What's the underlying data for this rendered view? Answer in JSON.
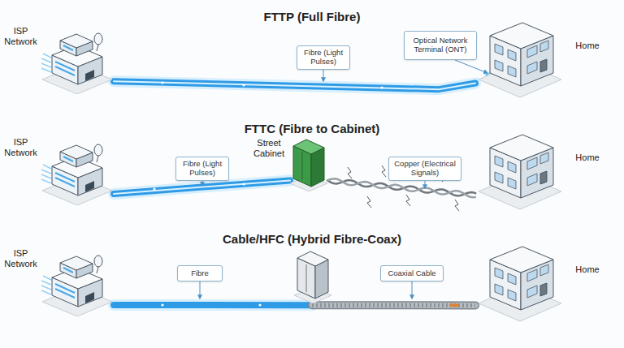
{
  "diagram": {
    "nodes": [
      {
        "text": [
          "ISP Network"
        ]
      },
      {
        "text": [
          "Fibre (Light Pulses)"
        ]
      },
      {
        "text": [
          "Optical Network Terminal (ONT)"
        ]
      },
      {
        "text": [
          "Home"
        ]
      },
      {
        "text": [
          "ISP Network"
        ]
      },
      {
        "text": [
          "Fibre (Light Pulses)"
        ]
      },
      {
        "text": [
          "Street Cabinet"
        ]
      },
      {
        "text": [
          "Copper (Electrical Signals)"
        ]
      },
      {
        "text": [
          "Home"
        ]
      },
      {
        "text": [
          "ISP Network"
        ]
      },
      {
        "text": [
          "Fibre"
        ]
      },
      {
        "text": [
          "Coaxial Cable"
        ]
      },
      {
        "text": [
          "Home"
        ]
      }
    ],
    "edges": [
      {
        "from": 0,
        "to": 3,
        "arrow": "none"
      },
      {
        "from": 4,
        "to": 6,
        "arrow": "none"
      },
      {
        "from": 6,
        "to": 8,
        "arrow": "none"
      },
      {
        "from": 9,
        "to": 12,
        "arrow": "none"
      }
    ],
    "labels": [
      "FTTP (Full Fibre)",
      "FTTC (Fibre to Cabinet)",
      "Cable/HFC (Hybrid Fibre-Coax)"
    ]
  }
}
